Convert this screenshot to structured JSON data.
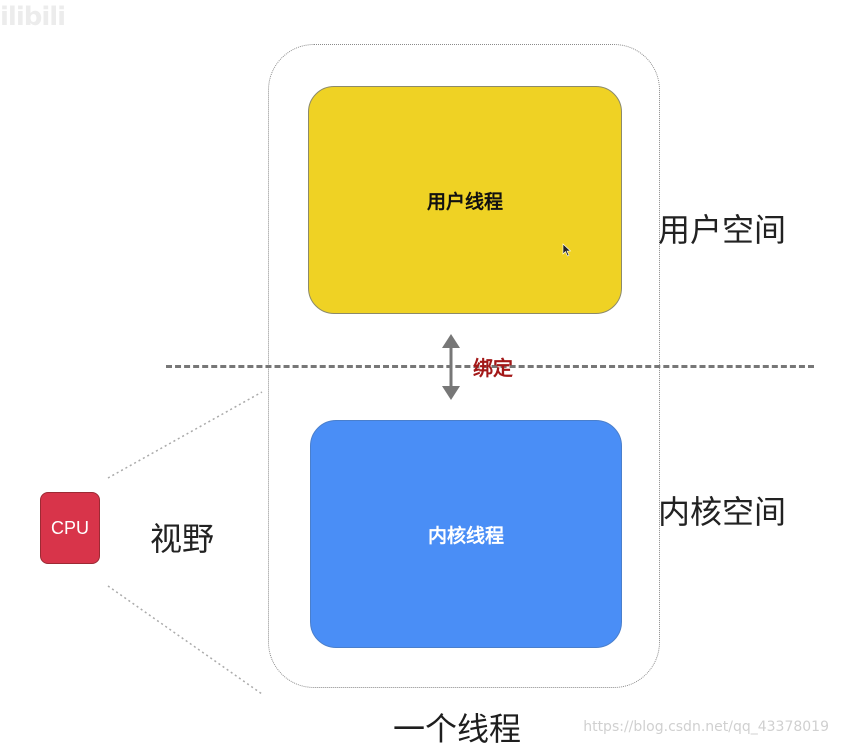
{
  "watermark": "ilibili",
  "diagram": {
    "user_thread_label": "用户线程",
    "kernel_thread_label": "内核线程",
    "bind_label": "绑定",
    "user_space_label": "用户空间",
    "kernel_space_label": "内核空间",
    "vision_label": "视野",
    "cpu_label": "CPU",
    "thread_label": "一个线程"
  },
  "colors": {
    "user_thread": "#efd224",
    "kernel_thread": "#4a8ef6",
    "cpu": "#d8344a",
    "bind_text": "#a31818"
  },
  "footer": {
    "url": "https://blog.csdn.net/qq_43378019"
  }
}
